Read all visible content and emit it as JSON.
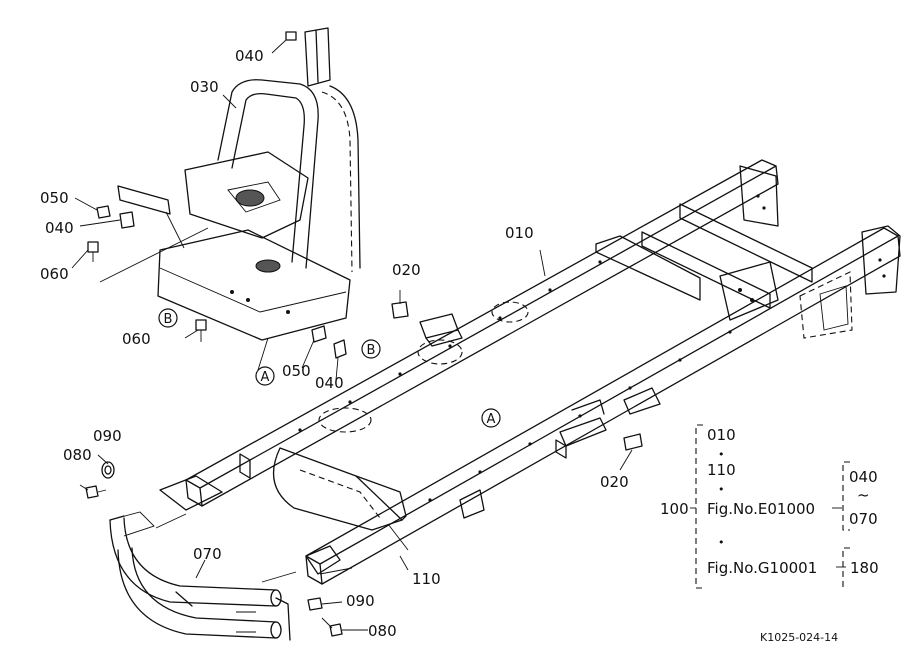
{
  "parts": {
    "p010": "010",
    "p020_top": "020",
    "p020_bottom": "020",
    "p030": "030",
    "p040_top": "040",
    "p040_left": "040",
    "p040_center": "040",
    "p050_left": "050",
    "p050_center": "050",
    "p060_top": "060",
    "p060_mid": "060",
    "p070": "070",
    "p080_left": "080",
    "p080_bottom": "080",
    "p090_left": "090",
    "p090_bottom": "090",
    "p110": "110"
  },
  "markers": {
    "a_left": "A",
    "a_center": "A",
    "b_left": "B",
    "b_center": "B"
  },
  "tree": {
    "root": "100",
    "item1": "010",
    "dot1": "•",
    "item2": "110",
    "dot2": "•",
    "fig1": "Fig.No.E01000",
    "range_start": "040",
    "tilde": "~",
    "range_end": "070",
    "dot3": "•",
    "fig2": "Fig.No.G10001",
    "fig2_end": "180"
  },
  "footer": {
    "code": "K1025-024-14"
  }
}
